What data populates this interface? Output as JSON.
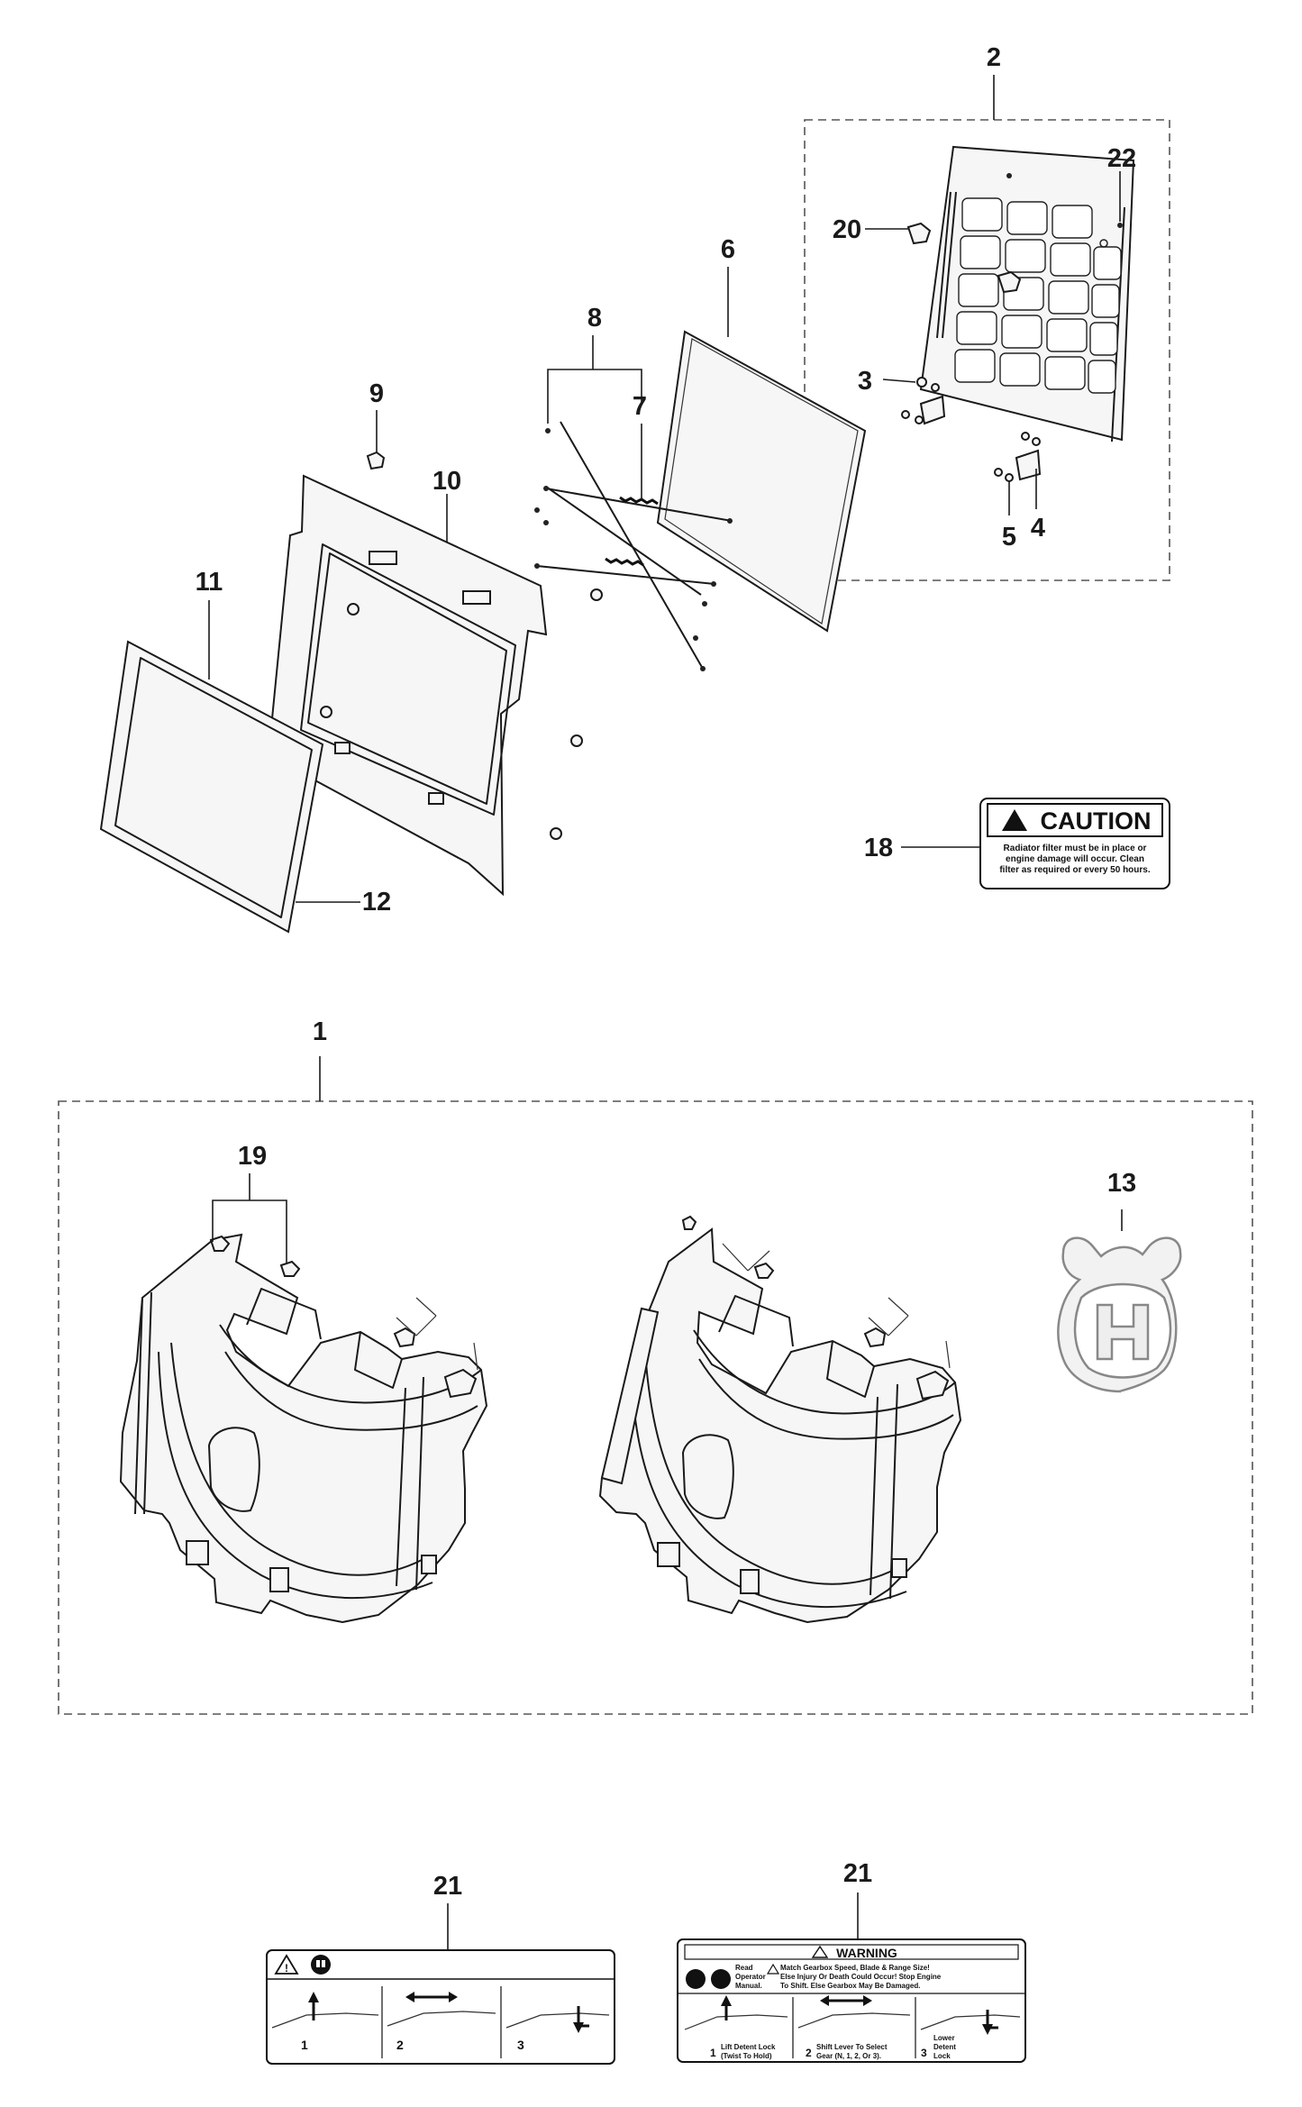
{
  "callouts": {
    "c1": "1",
    "c2": "2",
    "c3": "3",
    "c4": "4",
    "c5": "5",
    "c6": "6",
    "c7": "7",
    "c8": "8",
    "c9": "9",
    "c10": "10",
    "c11": "11",
    "c12": "12",
    "c13": "13",
    "c18": "18",
    "c19": "19",
    "c20": "20",
    "c21a": "21",
    "c21b": "21",
    "c22": "22"
  },
  "decal_caution": {
    "heading": "CAUTION",
    "line1": "Radiator filter must be in place or",
    "line2": "engine damage will occur. Clean",
    "line3": "filter as required or every 50 hours."
  },
  "decal_warning": {
    "heading": "WARNING",
    "read_line1": "Read",
    "read_line2": "Operator",
    "read_line3": "Manual.",
    "msg_line1": "Match Gearbox Speed, Blade & Range Size!",
    "msg_line2": "Else Injury Or Death Could Occur! Stop Engine",
    "msg_line3": "To Shift. Else Gearbox May Be Damaged.",
    "step1_line1": "Lift Detent Lock",
    "step1_line2": "(Twist To Hold)",
    "step2_line1": "Shift Lever To Select",
    "step2_line2": "Gear (N, 1, 2, Or 3).",
    "step3_line1": "Lower",
    "step3_line2": "Detent",
    "step3_line3": "Lock"
  },
  "decal_plain": {
    "step1": "1",
    "step2": "2",
    "step3": "3"
  },
  "decal_warning_steps": {
    "n1": "1",
    "n2": "2",
    "n3": "3"
  }
}
